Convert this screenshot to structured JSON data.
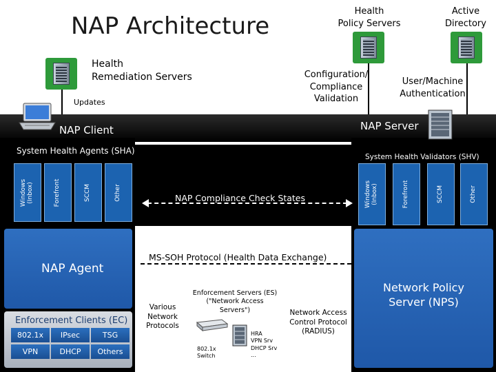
{
  "title": "NAP Architecture",
  "health_policy_servers": "Health\nPolicy Servers",
  "active_directory": "Active\nDirectory",
  "health_remediation_servers": "Health\nRemediation Servers",
  "updates": "Updates",
  "config_compliance": "Configuration/\nCompliance\nValidation",
  "user_machine_auth": "User/Machine\nAuthentication",
  "nap_client": "NAP Client",
  "nap_server": "NAP Server",
  "sha_title": "System Health Agents (SHA)",
  "shv_title": "System Health Validators (SHV)",
  "sha_items": [
    "Windows\n(Inbox)",
    "Forefront",
    "SCCM",
    "Other"
  ],
  "shv_items": [
    "Windows\n(Inbox)",
    "Forefront",
    "SCCM",
    "Other"
  ],
  "compliance_states": "NAP Compliance Check States",
  "ms_soh": "MS-SOH Protocol (Health Data Exchange)",
  "nap_agent": "NAP Agent",
  "enforcement_clients": "Enforcement Clients (EC)",
  "ec_items": [
    "802.1x",
    "IPsec",
    "TSG",
    "VPN",
    "DHCP",
    "Others"
  ],
  "various_protocols": "Various\nNetwork\nProtocols",
  "enforcement_servers": "Enforcement Servers (ES)\n(\"Network Access Servers\")",
  "switch_label": "802.1x\nSwitch",
  "es_list": "HRA\nVPN Srv\nDHCP Srv\n...",
  "network_access_protocol": "Network Access\nControl Protocol\n(RADIUS)",
  "nps": "Network Policy\nServer (NPS)",
  "colors": {
    "green_icon": "#2e9a3a",
    "blue_panel": "#2466b4",
    "band": "#000000"
  }
}
